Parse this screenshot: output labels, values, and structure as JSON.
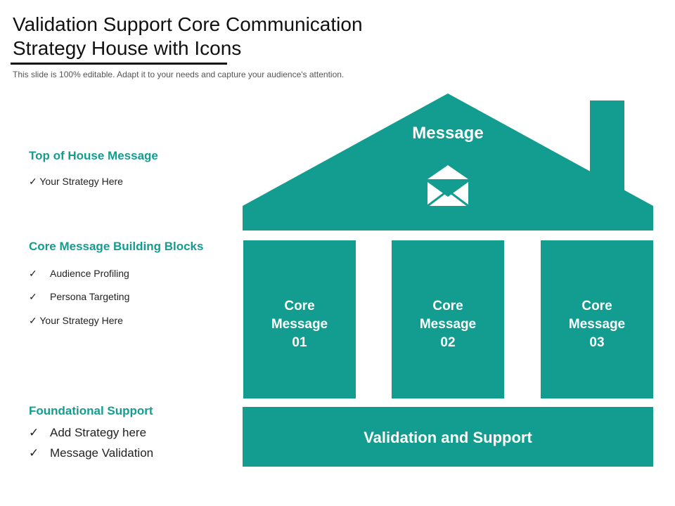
{
  "title": "Validation Support Core Communication Strategy House with Icons",
  "subtitle": "This slide is 100% editable. Adapt it to your needs and capture your audience's attention.",
  "colors": {
    "teal": "#139d90",
    "heading": "#111111"
  },
  "sections": {
    "top": {
      "heading": "Top of House Message",
      "items": [
        "Your Strategy Here"
      ]
    },
    "core": {
      "heading": "Core Message Building Blocks",
      "items": [
        "Audience Profiling",
        "Persona Targeting",
        "Your Strategy Here"
      ]
    },
    "foundation": {
      "heading": "Foundational Support",
      "items": [
        "Add Strategy here",
        "Message Validation"
      ]
    }
  },
  "checkmark": "✓",
  "house": {
    "roof_label": "Message",
    "roof_icon": "envelope-icon",
    "pillars": [
      {
        "line1": "Core",
        "line2": "Message",
        "line3": "01"
      },
      {
        "line1": "Core",
        "line2": "Message",
        "line3": "02"
      },
      {
        "line1": "Core",
        "line2": "Message",
        "line3": "03"
      }
    ],
    "base_label": "Validation and Support"
  }
}
